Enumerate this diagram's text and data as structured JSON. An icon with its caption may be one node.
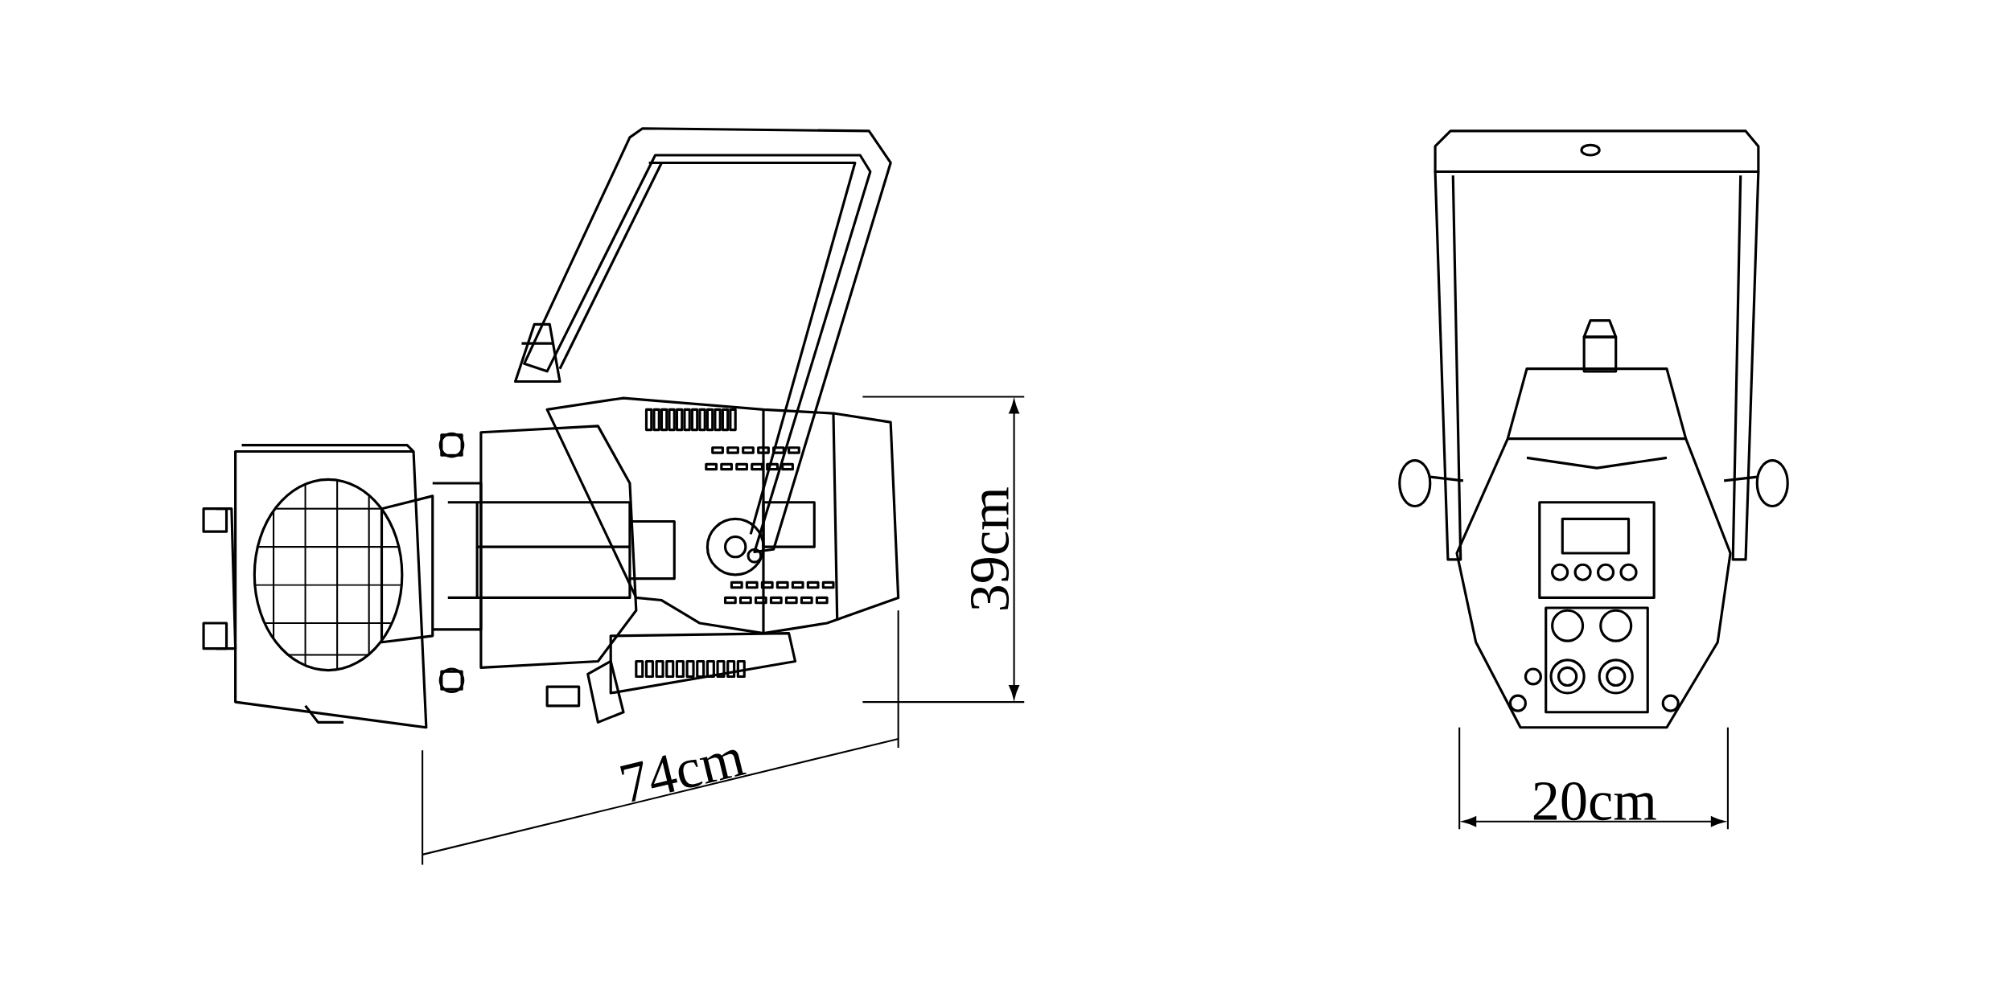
{
  "diagram": {
    "labels": [
      "39cm",
      "74cm",
      "20cm"
    ]
  }
}
